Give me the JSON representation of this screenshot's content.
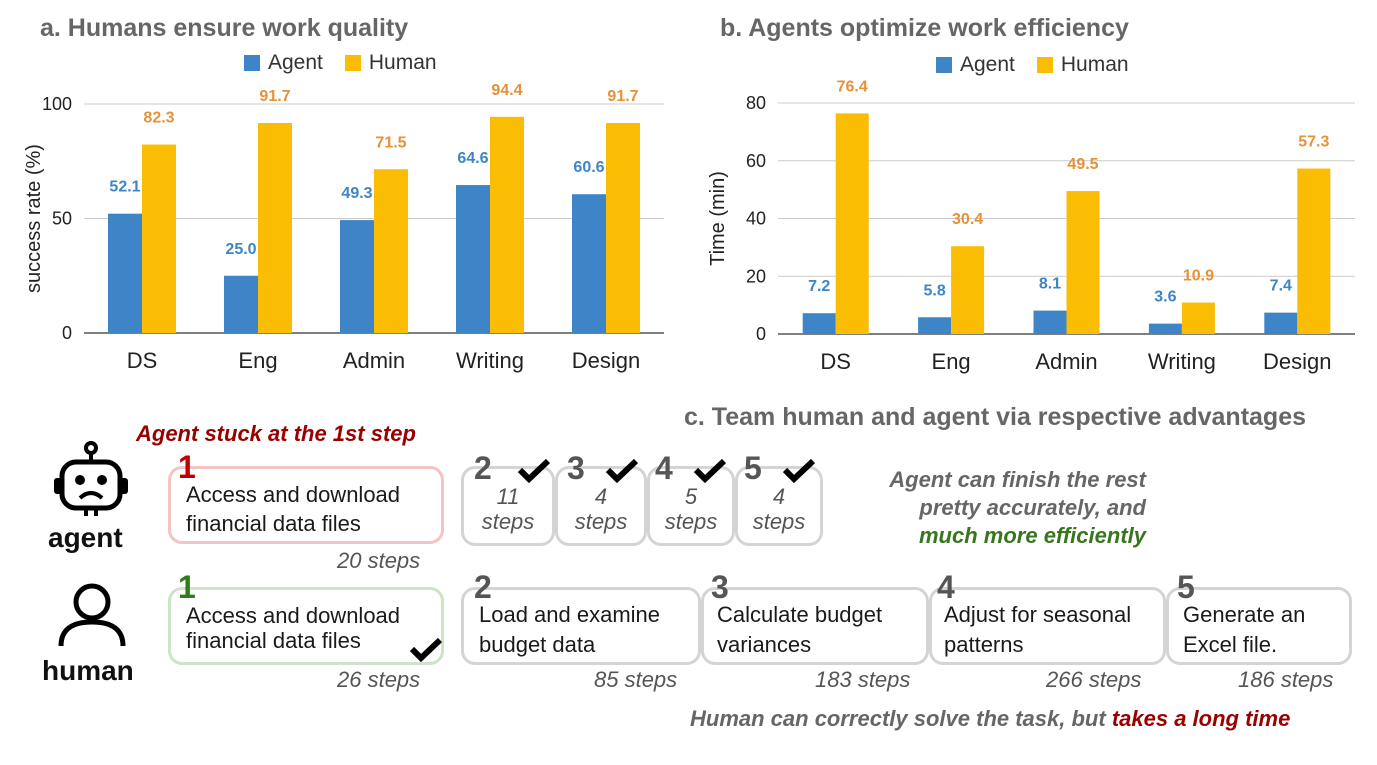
{
  "colors": {
    "agent": "#3d85c6",
    "human": "#fbbc04",
    "agent_label": "#3d85c6",
    "human_label": "#e69138",
    "red": "#990000",
    "green": "#38761d"
  },
  "chart_data": [
    {
      "type": "bar",
      "title": "a.  Humans ensure work quality",
      "ylabel": "success rate (%)",
      "xlabel": "",
      "categories": [
        "DS",
        "Eng",
        "Admin",
        "Writing",
        "Design"
      ],
      "series": [
        {
          "name": "Agent",
          "values": [
            52.1,
            25.0,
            49.3,
            64.6,
            60.6
          ]
        },
        {
          "name": "Human",
          "values": [
            82.3,
            91.7,
            71.5,
            94.4,
            91.7
          ]
        }
      ],
      "ylim": [
        0,
        100
      ],
      "yticks": [
        0,
        50,
        100
      ],
      "grid": true,
      "legend": "top-center"
    },
    {
      "type": "bar",
      "title": "b.  Agents optimize work efficiency",
      "ylabel": "Time (min)",
      "xlabel": "",
      "categories": [
        "DS",
        "Eng",
        "Admin",
        "Writing",
        "Design"
      ],
      "series": [
        {
          "name": "Agent",
          "values": [
            7.2,
            5.8,
            8.1,
            3.6,
            7.4
          ]
        },
        {
          "name": "Human",
          "values": [
            76.4,
            30.4,
            49.5,
            10.9,
            57.3
          ]
        }
      ],
      "ylim": [
        0,
        80
      ],
      "yticks": [
        0,
        20,
        40,
        60,
        80
      ],
      "grid": true,
      "legend": "top-center"
    }
  ],
  "panel_c": {
    "title": "c.  Team human and agent via respective advantages",
    "agent_label": "agent",
    "human_label": "human",
    "agent_stuck": "Agent stuck at the 1st step",
    "agent_step1": {
      "num": "1",
      "text_line1": "Access and download",
      "text_line2": "financial data files",
      "steps": "20 steps"
    },
    "agent_small_steps": [
      {
        "num": "2",
        "count": "11",
        "unit": "steps"
      },
      {
        "num": "3",
        "count": "4",
        "unit": "steps"
      },
      {
        "num": "4",
        "count": "5",
        "unit": "steps"
      },
      {
        "num": "5",
        "count": "4",
        "unit": "steps"
      }
    ],
    "agent_note_line1": "Agent can finish the rest",
    "agent_note_line2": "pretty accurately, and",
    "agent_note_line3": "much more efficiently",
    "human_steps": [
      {
        "num": "1",
        "line1": "Access and download",
        "line2": "financial data files",
        "steps": "26 steps"
      },
      {
        "num": "2",
        "line1": "Load and examine",
        "line2": "budget data",
        "steps": "85 steps"
      },
      {
        "num": "3",
        "line1": "Calculate budget",
        "line2": "variances",
        "steps": "183 steps"
      },
      {
        "num": "4",
        "line1": "Adjust for seasonal",
        "line2": "patterns",
        "steps": "266 steps"
      },
      {
        "num": "5",
        "line1": "Generate an",
        "line2": "Excel file.",
        "steps": "186 steps"
      }
    ],
    "human_note_prefix": "Human can correctly solve the task, but ",
    "human_note_suffix": "takes a long time"
  }
}
